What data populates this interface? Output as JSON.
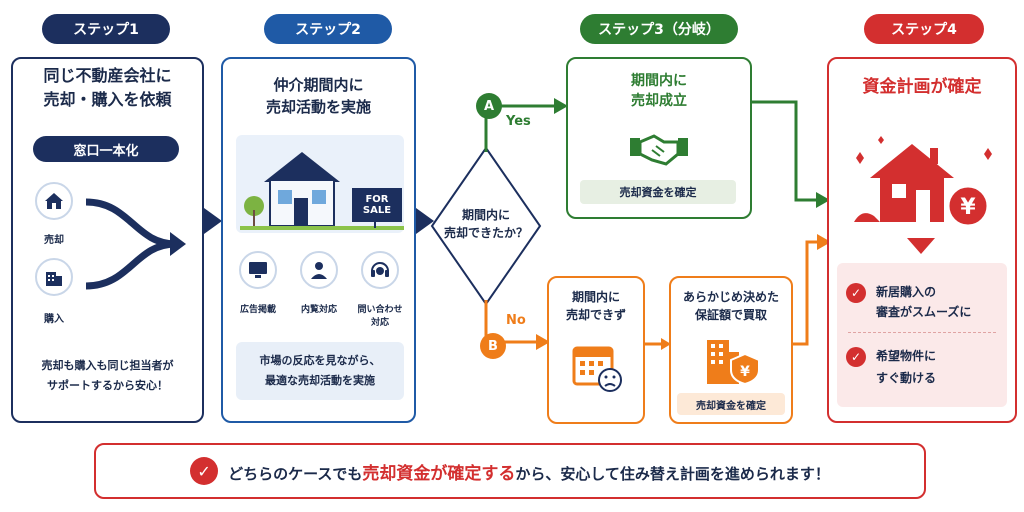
{
  "step1": {
    "badge": "ステップ1",
    "title_line1": "同じ不動産会社に",
    "title_line2": "売却・購入を依頼",
    "chip": "窓口一本化",
    "sell_label": "売却",
    "buy_label": "購入",
    "note_line1": "売却も購入も同じ担当者が",
    "note_line2": "サポートするから安心！"
  },
  "step2": {
    "badge": "ステップ2",
    "title_line1": "仲介期間内に",
    "title_line2": "売却活動を実施",
    "sign_line1": "FOR",
    "sign_line2": "SALE",
    "icon1_label": "広告掲載",
    "icon2_label": "内覧対応",
    "icon3_label_line1": "問い合わせ",
    "icon3_label_line2": "対応",
    "note_line1": "市場の反応を見ながら、",
    "note_line2": "最適な売却活動を実施"
  },
  "decision": {
    "line1": "期間内に",
    "line2": "売却できたか？",
    "a_letter": "A",
    "a_label": "Yes",
    "b_letter": "B",
    "b_label": "No"
  },
  "step3": {
    "badge": "ステップ3（分岐）",
    "yes_title_line1": "期間内に",
    "yes_title_line2": "売却成立",
    "yes_chip": "売却資金を確定",
    "no1_line1": "期間内に",
    "no1_line2": "売却できず",
    "no2_line1": "あらかじめ決めた",
    "no2_line2": "保証額で買取",
    "no2_chip": "売却資金を確定"
  },
  "step4": {
    "badge": "ステップ4",
    "title": "資金計画が確定",
    "item1_line1": "新居購入の",
    "item1_line2": "審査がスムーズに",
    "item2_line1": "希望物件に",
    "item2_line2": "すぐ動ける"
  },
  "footer": {
    "pre": "どちらのケースでも",
    "highlight": "売却資金が確定する",
    "post": "から、安心して住み替え計画を進められます！"
  },
  "colors": {
    "navy": "#1c2f5e",
    "blue": "#1f5aa6",
    "green": "#2e7d32",
    "orange": "#ef7d1a",
    "red": "#d32f2f"
  }
}
